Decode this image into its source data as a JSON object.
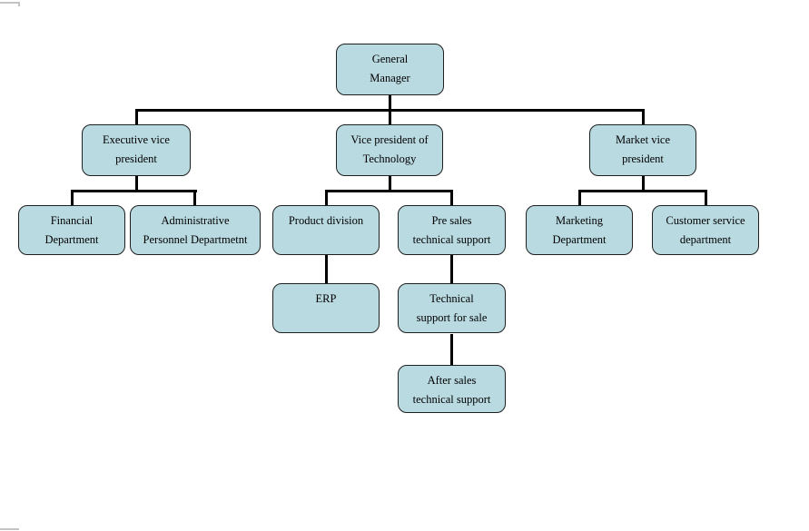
{
  "diagram": {
    "type": "org-chart",
    "nodes": [
      {
        "id": "general-manager",
        "label": "General\nManager"
      },
      {
        "id": "executive-vice-president",
        "label": "Executive vice\npresident"
      },
      {
        "id": "vice-president-of-technology",
        "label": "Vice president of\nTechnology"
      },
      {
        "id": "market-vice-president",
        "label": "Market vice\npresident"
      },
      {
        "id": "financial-department",
        "label": "Financial\nDepartment"
      },
      {
        "id": "administrative-personnel-department",
        "label": "Administrative\nPersonnel Departmetnt"
      },
      {
        "id": "product-division",
        "label": "Product division"
      },
      {
        "id": "pre-sales-technical-support",
        "label": "Pre sales\ntechnical support"
      },
      {
        "id": "marketing-department",
        "label": "Marketing\nDepartment"
      },
      {
        "id": "customer-service-department",
        "label": "Customer service\ndepartment"
      },
      {
        "id": "erp",
        "label": "ERP"
      },
      {
        "id": "technical-support-for-sale",
        "label": "Technical\nsupport for sale"
      },
      {
        "id": "after-sales-technical-support",
        "label": "After sales\ntechnical support"
      }
    ],
    "edges": [
      {
        "from": "general-manager",
        "to": "executive-vice-president"
      },
      {
        "from": "general-manager",
        "to": "vice-president-of-technology"
      },
      {
        "from": "general-manager",
        "to": "market-vice-president"
      },
      {
        "from": "executive-vice-president",
        "to": "financial-department"
      },
      {
        "from": "executive-vice-president",
        "to": "administrative-personnel-department"
      },
      {
        "from": "vice-president-of-technology",
        "to": "product-division"
      },
      {
        "from": "vice-president-of-technology",
        "to": "pre-sales-technical-support"
      },
      {
        "from": "market-vice-president",
        "to": "marketing-department"
      },
      {
        "from": "market-vice-president",
        "to": "customer-service-department"
      },
      {
        "from": "product-division",
        "to": "erp"
      },
      {
        "from": "pre-sales-technical-support",
        "to": "technical-support-for-sale"
      },
      {
        "from": "technical-support-for-sale",
        "to": "after-sales-technical-support"
      }
    ]
  },
  "colors": {
    "background": "#ffffff",
    "node_fill": "#b9dae1",
    "node_border": "#1f1f1f",
    "connector": "#000000",
    "page_mark": "#c4c4c4"
  }
}
